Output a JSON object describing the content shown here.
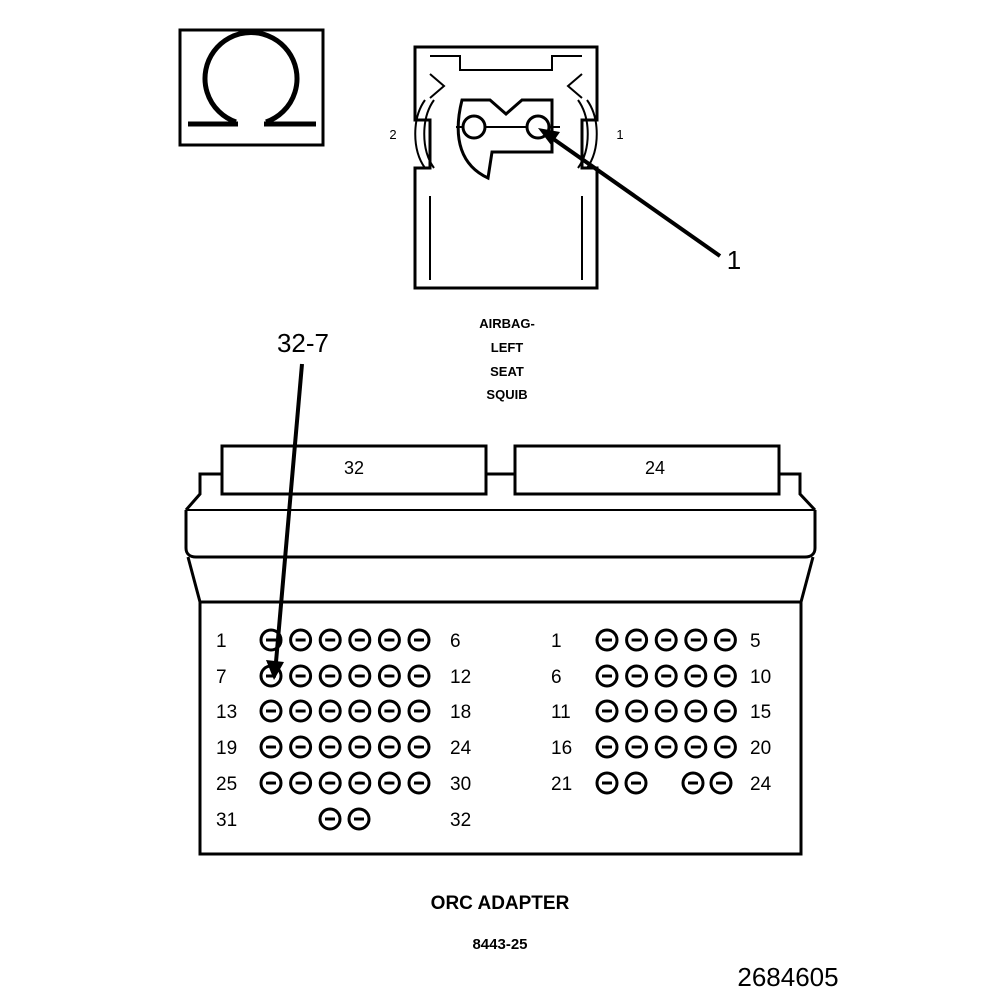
{
  "ohmmeter_symbol": "Ω",
  "squib_connector": {
    "pin_left": "2",
    "pin_right": "1",
    "callout": "1",
    "name_lines": [
      "AIRBAG-",
      "LEFT",
      "SEAT",
      "SQUIB"
    ]
  },
  "adapter": {
    "callout": "32-7",
    "connector_a_label": "32",
    "connector_b_label": "24",
    "left_rows": [
      {
        "start": "1",
        "end": "6",
        "pins": 6
      },
      {
        "start": "7",
        "end": "12",
        "pins": 6
      },
      {
        "start": "13",
        "end": "18",
        "pins": 6
      },
      {
        "start": "19",
        "end": "24",
        "pins": 6
      },
      {
        "start": "25",
        "end": "30",
        "pins": 6
      },
      {
        "start": "31",
        "end": "32",
        "pins": 2
      }
    ],
    "right_rows": [
      {
        "start": "1",
        "end": "5",
        "pins": 5
      },
      {
        "start": "6",
        "end": "10",
        "pins": 5
      },
      {
        "start": "11",
        "end": "15",
        "pins": 5
      },
      {
        "start": "16",
        "end": "20",
        "pins": 5
      },
      {
        "start": "21",
        "end": "24",
        "pins": 4
      }
    ],
    "title": "ORC ADAPTER",
    "part_number": "8443-25"
  },
  "figure_id": "2684605"
}
